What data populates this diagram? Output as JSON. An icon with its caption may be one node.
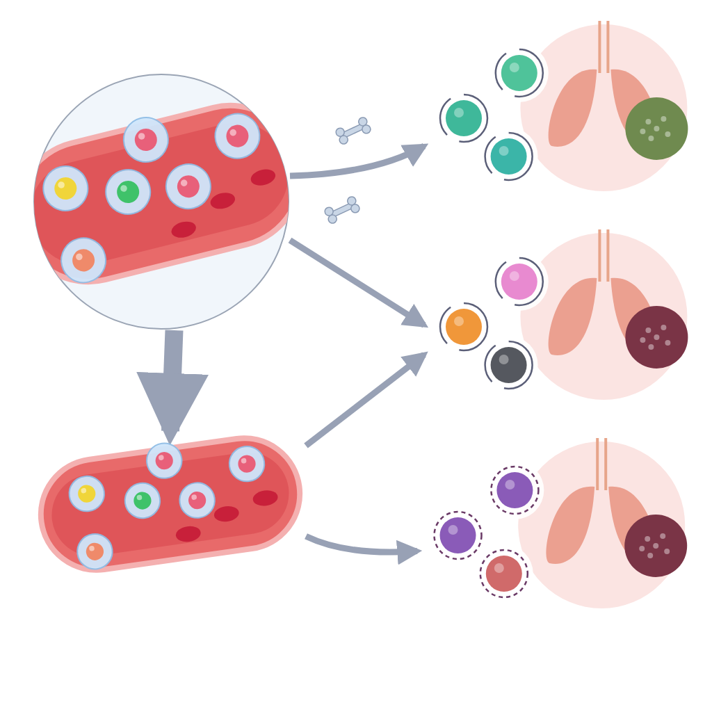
{
  "diagram": {
    "nodes": [
      {
        "text": [],
        "shape": "picture"
      },
      {
        "text": [],
        "shape": "picture"
      },
      {
        "text": [],
        "shape": "picture"
      },
      {
        "text": [],
        "shape": "picture"
      },
      {
        "text": [],
        "shape": "picture"
      }
    ],
    "edges": [
      {
        "from": 0,
        "to": 1,
        "arrow": "to",
        "style": "thick"
      },
      {
        "from": 0,
        "to": 2,
        "arrow": "to"
      },
      {
        "from": 0,
        "to": 3,
        "arrow": "to"
      },
      {
        "from": 1,
        "to": 3,
        "arrow": "to"
      },
      {
        "from": 1,
        "to": 4,
        "arrow": "to"
      }
    ]
  }
}
